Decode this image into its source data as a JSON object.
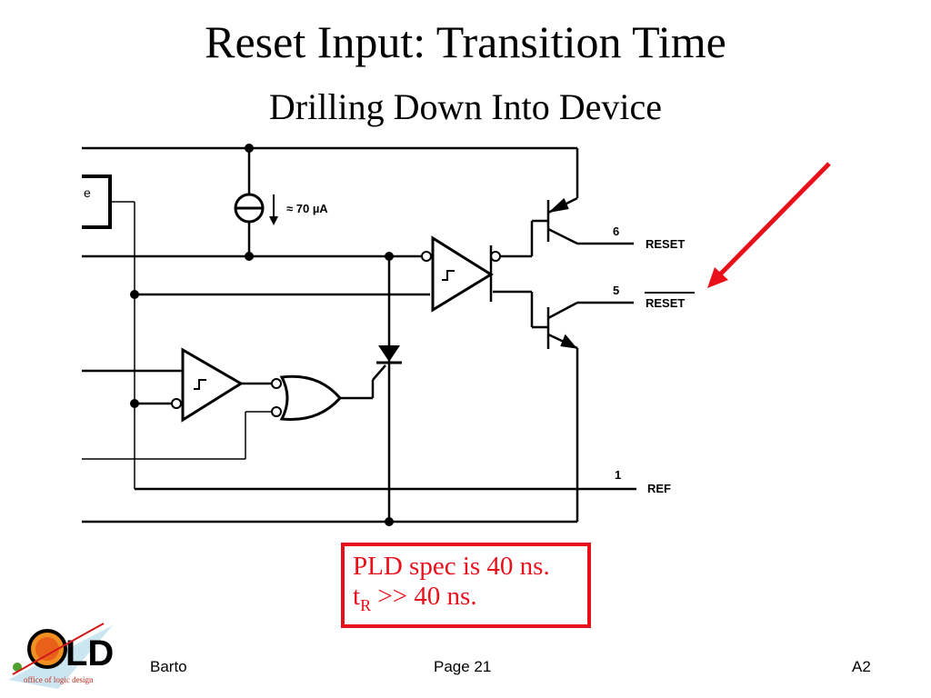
{
  "slide": {
    "title": "Reset Input: Transition Time",
    "subtitle": "Drilling Down Into Device"
  },
  "schematic": {
    "block_label_fragment": "e",
    "current_source_label": "≈ 70 µA",
    "pins": [
      {
        "number": "6",
        "name": "RESET",
        "inverted": false
      },
      {
        "number": "5",
        "name": "RESET",
        "inverted": true
      },
      {
        "number": "1",
        "name": "REF",
        "inverted": false
      }
    ],
    "components": [
      "current-source",
      "schmitt-comparator-output",
      "schmitt-comparator-input",
      "nor-gate-inverted-inputs",
      "thyristor",
      "pnp-transistor",
      "npn-transistor"
    ]
  },
  "annotation": {
    "arrow_color": "#e8101a",
    "box_color": "#e8101a",
    "line1": "PLD spec is 40 ns.",
    "line2_prefix": "t",
    "line2_subscript": "R",
    "line2_suffix": " >> 40 ns."
  },
  "footer": {
    "logo_text": "OLD",
    "logo_tagline": "office of logic design",
    "author": "Barto",
    "page": "Page 21",
    "section": "A2"
  }
}
